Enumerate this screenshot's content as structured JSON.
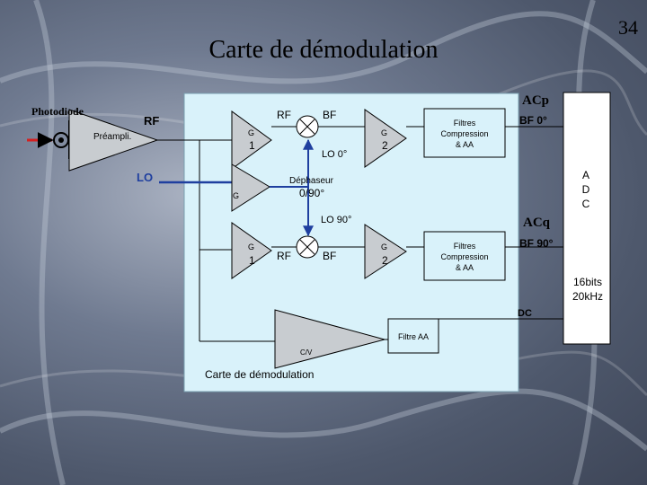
{
  "slide": {
    "number": "34",
    "title": "Carte de démodulation"
  },
  "labels": {
    "photodiode": "Photodiode",
    "rf_input": "RF",
    "preampli": "Préampli.",
    "lo_input": "LO",
    "amp_g1_top_g": "G",
    "amp_g1_top_n": "1",
    "rf_top": "RF",
    "bf_top": "BF",
    "amp_g2_top_g": "G",
    "amp_g2_top_n": "2",
    "filter_top": "Filtres\nCompression\n& AA",
    "lo_0": "LO 0°",
    "dephaseur": "Déphaseur",
    "dephaseur_value": "0/90°",
    "lo_amp_g": "G",
    "lo_90": "LO 90°",
    "amp_g1_bot_g": "G",
    "amp_g1_bot_n": "1",
    "rf_bot": "RF",
    "bf_bot": "BF",
    "amp_g2_bot_g": "G",
    "amp_g2_bot_n": "2",
    "filter_bot": "Filtres\nCompression\n& AA",
    "acp": "ACp",
    "bf_0": "BF 0°",
    "adc": "A\nD\nC",
    "acq": "ACq",
    "bf_90": "BF 90°",
    "bits": "16bits\n20kHz",
    "dc": "DC",
    "filtre_aa": "Filtre AA",
    "cv": "C/V",
    "board_caption": "Carte de démodulation"
  },
  "colors": {
    "board_fill": "#d9f2fa",
    "triangle_fill": "#c8ccd0",
    "line": "#000000",
    "lo_line": "#1f3f9f",
    "laser_line": "#d42020",
    "adc_fill": "#ffffff"
  }
}
